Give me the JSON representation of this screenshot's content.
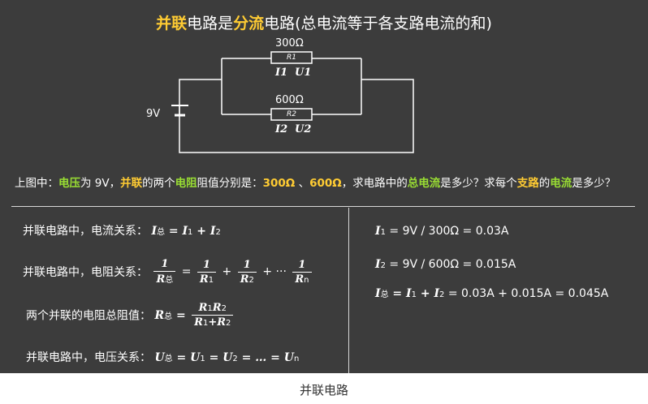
{
  "title": {
    "p1": "并联",
    "p2": "电路是",
    "p3": "分流",
    "p4": "电路(总电流等于各支路电流的和)"
  },
  "circuit": {
    "battery": "9V",
    "r1": {
      "value": "300Ω",
      "tag": "R1",
      "i": "I1",
      "u": "U1"
    },
    "r2": {
      "value": "600Ω",
      "tag": "R2",
      "i": "I2",
      "u": "U2"
    }
  },
  "question": {
    "q1": "上图中：",
    "q2": "电压",
    "q3": "为 9V，",
    "q4": "并联",
    "q5": "的两个",
    "q6": "电阻",
    "q7": "阻值分别是：",
    "q8": "300Ω",
    "q9": " 、",
    "q10": "600Ω",
    "q11": "，求电路中的",
    "q12": "总电流",
    "q13": "是多少？求每个",
    "q14": "支路",
    "q15": "的",
    "q16": "电流",
    "q17": "是多少？"
  },
  "left": {
    "row1_label": "并联电路中，电流关系：",
    "row2_label": "并联电路中，电阻关系：",
    "row3_label": "两个并联的电阻总阻值：",
    "row4_label": "并联电路中，电压关系："
  },
  "right": {
    "line1": "9V / 300Ω  =  0.03A",
    "line2": "9V / 600Ω  =  0.015A",
    "line3": "0.03A + 0.015A  =  0.045A"
  },
  "caption": "并联电路",
  "colors": {
    "board": "#3c3c3c",
    "yellow": "#ffcc33",
    "green": "#99dd33"
  }
}
